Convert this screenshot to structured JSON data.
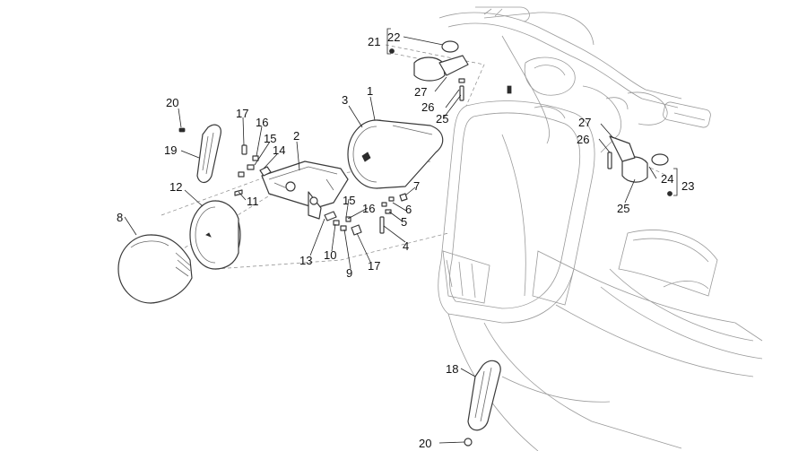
{
  "callouts": [
    {
      "id": "c1",
      "text": "1"
    },
    {
      "id": "c2",
      "text": "2"
    },
    {
      "id": "c3",
      "text": "3"
    },
    {
      "id": "c4",
      "text": "4"
    },
    {
      "id": "c5",
      "text": "5"
    },
    {
      "id": "c6",
      "text": "6"
    },
    {
      "id": "c7",
      "text": "7"
    },
    {
      "id": "c8",
      "text": "8"
    },
    {
      "id": "c9",
      "text": "9"
    },
    {
      "id": "c10",
      "text": "10"
    },
    {
      "id": "c11",
      "text": "11"
    },
    {
      "id": "c12",
      "text": "12"
    },
    {
      "id": "c13",
      "text": "13"
    },
    {
      "id": "c14",
      "text": "14"
    },
    {
      "id": "c15a",
      "text": "15"
    },
    {
      "id": "c15b",
      "text": "15"
    },
    {
      "id": "c16a",
      "text": "16"
    },
    {
      "id": "c16b",
      "text": "16"
    },
    {
      "id": "c17a",
      "text": "17"
    },
    {
      "id": "c17b",
      "text": "17"
    },
    {
      "id": "c18",
      "text": "18"
    },
    {
      "id": "c19",
      "text": "19"
    },
    {
      "id": "c20a",
      "text": "20"
    },
    {
      "id": "c20b",
      "text": "20"
    },
    {
      "id": "c21",
      "text": "21"
    },
    {
      "id": "c22",
      "text": "22"
    },
    {
      "id": "c23",
      "text": "23"
    },
    {
      "id": "c24",
      "text": "24"
    },
    {
      "id": "c25a",
      "text": "25"
    },
    {
      "id": "c25b",
      "text": "25"
    },
    {
      "id": "c26a",
      "text": "26"
    },
    {
      "id": "c26b",
      "text": "26"
    },
    {
      "id": "c27a",
      "text": "27"
    },
    {
      "id": "c27b",
      "text": "27"
    }
  ],
  "colors": {
    "line": "#3a3a3a",
    "background": "#ffffff",
    "text": "#111111"
  }
}
